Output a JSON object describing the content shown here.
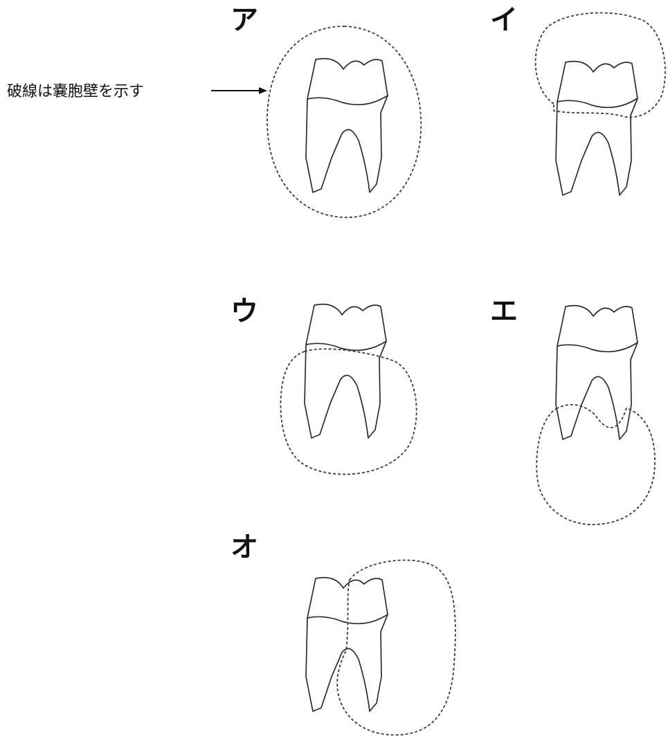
{
  "caption": {
    "text": "破線は嚢胞壁を示す"
  },
  "panels": [
    {
      "label": "ア",
      "cyst_type": "enclosing-whole-tooth"
    },
    {
      "label": "イ",
      "cyst_type": "around-crown"
    },
    {
      "label": "ウ",
      "cyst_type": "around-roots"
    },
    {
      "label": "エ",
      "cyst_type": "at-root-apex"
    },
    {
      "label": "オ",
      "cyst_type": "lateral"
    }
  ],
  "colors": {
    "line": "#2b2b2b",
    "background": "#ffffff"
  }
}
